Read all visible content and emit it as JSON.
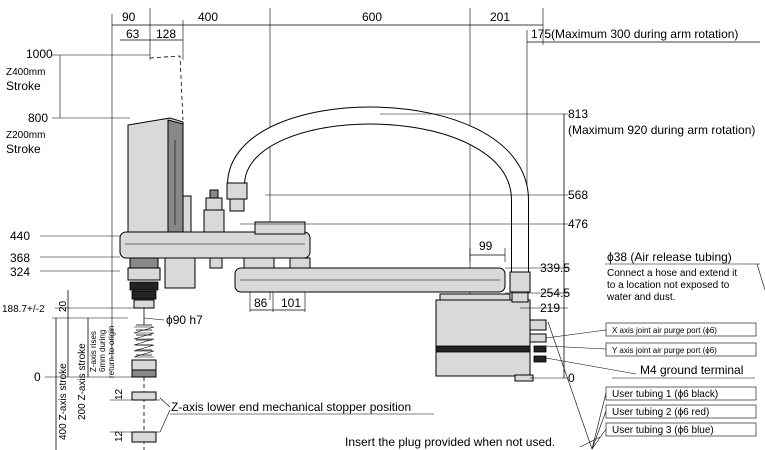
{
  "dims_top": {
    "d90": "90",
    "d400": "400",
    "d600": "600",
    "d201": "201",
    "d63": "63",
    "d128": "128",
    "d175": "175(Maximum 300 during arm rotation)"
  },
  "dims_left": {
    "v1000": "1000",
    "z400": "Z400mm",
    "stroke1": "Stroke",
    "v800": "800",
    "z200": "Z200mm",
    "stroke2": "Stroke",
    "v440": "440",
    "v368": "368",
    "v324": "324",
    "v188": "188.7+/-2",
    "v0": "0"
  },
  "dims_right": {
    "v813": "813",
    "max920": "(Maximum 920 during arm rotation)",
    "v568": "568",
    "v476": "476",
    "v3395": "339.5",
    "v2545": "254.5",
    "v219": "219",
    "v0r": "0",
    "d99": "99"
  },
  "dims_misc": {
    "d86": "86",
    "d101": "101",
    "d20": "20",
    "phi90": "ϕ90 h7",
    "zrise1": "Z-axis rises",
    "zrise2": "6mm during",
    "zrise3": "return-to-origin",
    "z200stroke": "200 Z-axis stroke",
    "z400stroke": "400 Z-axis stroke",
    "d12a": "12",
    "d12b": "12",
    "stopper": "Z-axis lower end mechanical stopper position"
  },
  "callouts": {
    "air_release": "ϕ38 (Air release tubing)",
    "hose1": "Connect a hose and extend it",
    "hose2": "to a location not exposed to",
    "hose3": "water and dust.",
    "x_purge": "X axis joint air purge port (ϕ6)",
    "y_purge": "Y axis joint air purge port (ϕ6)",
    "ground": "M4 ground terminal",
    "tube1": "User tubing 1 (ϕ6 black)",
    "tube2": "User tubing 2 (ϕ6 red)",
    "tube3": "User tubing 3 (ϕ6 blue)",
    "plug": "Insert the plug provided when not used."
  }
}
